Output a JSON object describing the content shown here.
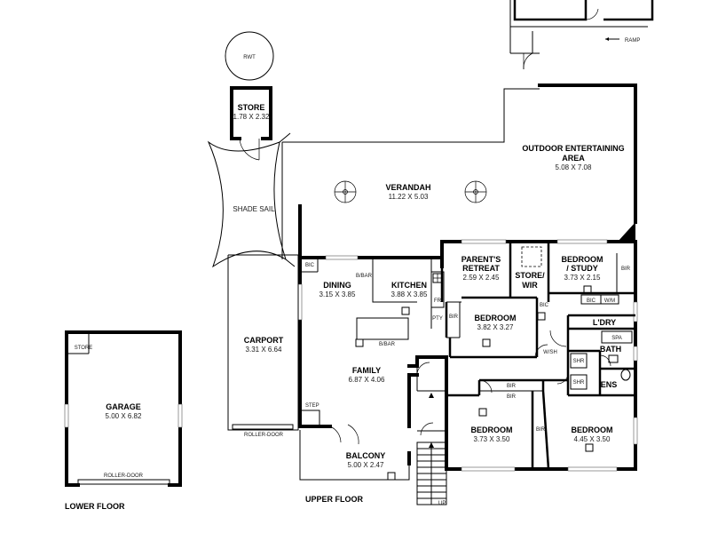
{
  "rooms": {
    "rwt": "RWT",
    "store_small": {
      "name": "STORE",
      "dims": "1.78 X 2.32"
    },
    "shade_sail": "SHADE SAIL",
    "verandah": {
      "name": "VERANDAH",
      "dims": "11.22 X 5.03"
    },
    "outdoor": {
      "name_line1": "OUTDOOR ENTERTAINING",
      "name_line2": "AREA",
      "dims": "5.08 X 7.08"
    },
    "ramp": "RAMP",
    "carport": {
      "name": "CARPORT",
      "dims": "3.31 X 6.64"
    },
    "dining": {
      "name": "DINING",
      "dims": "3.15 X 3.85"
    },
    "kitchen": {
      "name": "KITCHEN",
      "dims": "3.88 X 3.85"
    },
    "parents_retreat": {
      "name_line1": "PARENT'S",
      "name_line2": "RETREAT",
      "dims": "2.59 X 2.45"
    },
    "store_wir": {
      "name_line1": "STORE/",
      "name_line2": "WIR"
    },
    "bedroom_study": {
      "name_line1": "BEDROOM",
      "name_line2": "/ STUDY",
      "dims": "3.73 X 2.15"
    },
    "bedroom_main": {
      "name": "BEDROOM",
      "dims": "3.82 X 3.27"
    },
    "family": {
      "name": "FAMILY",
      "dims": "6.87 X 4.06"
    },
    "bedroom_2": {
      "name": "BEDROOM",
      "dims": "3.73 X 3.50"
    },
    "bedroom_3": {
      "name": "BEDROOM",
      "dims": "4.45 X 3.50"
    },
    "balcony": {
      "name": "BALCONY",
      "dims": "5.00 X 2.47"
    },
    "garage": {
      "name": "GARAGE",
      "dims": "5.00 X 6.82"
    },
    "garage_store": "STORE",
    "ldry": "L'DRY",
    "spa": "SPA",
    "bath": "BATH",
    "ens": "ENS",
    "shr": "SHR"
  },
  "fixtures": {
    "bic": "BIC",
    "bbar": "B/BAR",
    "fr": "FR",
    "pty": "PTY",
    "bir": "BIR",
    "wm": "W/M",
    "step": "STEP",
    "roller_door": "ROLLER-DOOR",
    "up": "UP",
    "wash": "W/SH"
  },
  "captions": {
    "lower_floor": "LOWER FLOOR",
    "upper_floor": "UPPER FLOOR"
  }
}
